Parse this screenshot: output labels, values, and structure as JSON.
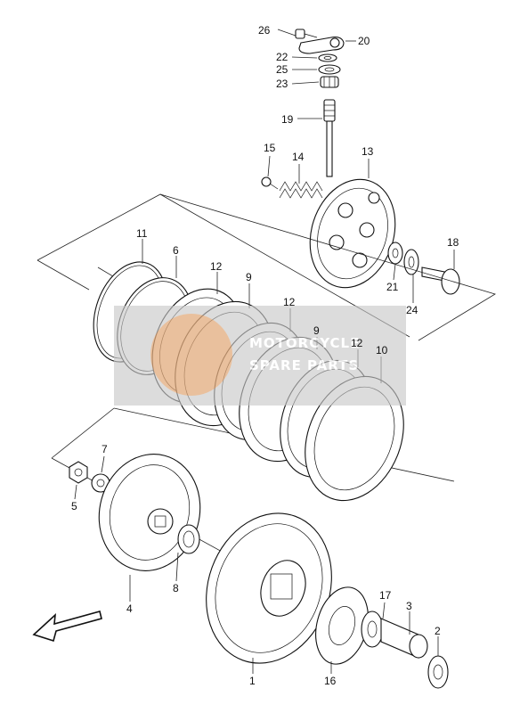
{
  "diagram": {
    "callouts": [
      {
        "id": "p26",
        "text": "26"
      },
      {
        "id": "p20",
        "text": "20"
      },
      {
        "id": "p22",
        "text": "22"
      },
      {
        "id": "p25",
        "text": "25"
      },
      {
        "id": "p23",
        "text": "23"
      },
      {
        "id": "p19",
        "text": "19"
      },
      {
        "id": "p15",
        "text": "15"
      },
      {
        "id": "p14",
        "text": "14"
      },
      {
        "id": "p13",
        "text": "13"
      },
      {
        "id": "p18",
        "text": "18"
      },
      {
        "id": "p21",
        "text": "21"
      },
      {
        "id": "p24",
        "text": "24"
      },
      {
        "id": "p11",
        "text": "11"
      },
      {
        "id": "p6",
        "text": "6"
      },
      {
        "id": "p12a",
        "text": "12"
      },
      {
        "id": "p9a",
        "text": "9"
      },
      {
        "id": "p12b",
        "text": "12"
      },
      {
        "id": "p9b",
        "text": "9"
      },
      {
        "id": "p12c",
        "text": "12"
      },
      {
        "id": "p10",
        "text": "10"
      },
      {
        "id": "p7",
        "text": "7"
      },
      {
        "id": "p5",
        "text": "5"
      },
      {
        "id": "p4",
        "text": "4"
      },
      {
        "id": "p8",
        "text": "8"
      },
      {
        "id": "p1",
        "text": "1"
      },
      {
        "id": "p16",
        "text": "16"
      },
      {
        "id": "p17",
        "text": "17"
      },
      {
        "id": "p3",
        "text": "3"
      },
      {
        "id": "p2",
        "text": "2"
      }
    ],
    "watermark": {
      "line1": "MOTORCYCLE",
      "line2": "SPARE PARTS",
      "color": "#c8c8c8",
      "accent": "#f29a50"
    },
    "colors": {
      "ink": "#111111",
      "background": "#ffffff"
    }
  }
}
